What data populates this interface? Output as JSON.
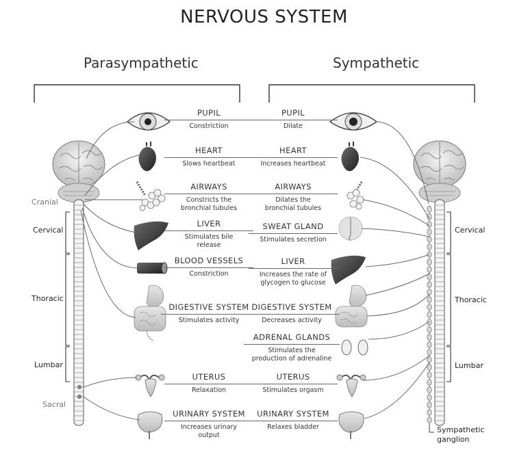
{
  "title": "NERVOUS SYSTEM",
  "parasympathetic": {
    "heading": "Parasympathetic",
    "regions": {
      "cranial": "Cranial",
      "cervical": "Cervical",
      "thoracic": "Thoracic",
      "lumbar": "Lumbar",
      "sacral": "Sacral"
    },
    "organs": [
      {
        "name": "PUPIL",
        "effect": "Constriction"
      },
      {
        "name": "HEART",
        "effect": "Slows heartbeat"
      },
      {
        "name": "AIRWAYS",
        "effect": "Constricts the bronchial tubules"
      },
      {
        "name": "LIVER",
        "effect": "Stimulates bile release"
      },
      {
        "name": "BLOOD VESSELS",
        "effect": "Constriction"
      },
      {
        "name": "DIGESTIVE SYSTEM",
        "effect": "Stimulates activity"
      },
      {
        "name": "UTERUS",
        "effect": "Relaxation"
      },
      {
        "name": "URINARY SYSTEM",
        "effect": "Increases urinary output"
      }
    ]
  },
  "sympathetic": {
    "heading": "Sympathetic",
    "regions": {
      "cervical": "Cervical",
      "thoracic": "Thoracic",
      "lumbar": "Lumbar"
    },
    "ganglion_label": "Sympathetic ganglion",
    "organs": [
      {
        "name": "PUPIL",
        "effect": "Dilate"
      },
      {
        "name": "HEART",
        "effect": "Increases heartbeat"
      },
      {
        "name": "AIRWAYS",
        "effect": "Dilates the bronchial tubules"
      },
      {
        "name": "SWEAT GLAND",
        "effect": "Stimulates secretion"
      },
      {
        "name": "LIVER",
        "effect": "Increases the rate of glycogen to glucose"
      },
      {
        "name": "DIGESTIVE SYSTEM",
        "effect": "Decreases activity"
      },
      {
        "name": "ADRENAL GLANDS",
        "effect": "Stimulates the production of adrenaline"
      },
      {
        "name": "UTERUS",
        "effect": "Stimulates orgasm"
      },
      {
        "name": "URINARY SYSTEM",
        "effect": "Relaxes bladder"
      }
    ]
  }
}
